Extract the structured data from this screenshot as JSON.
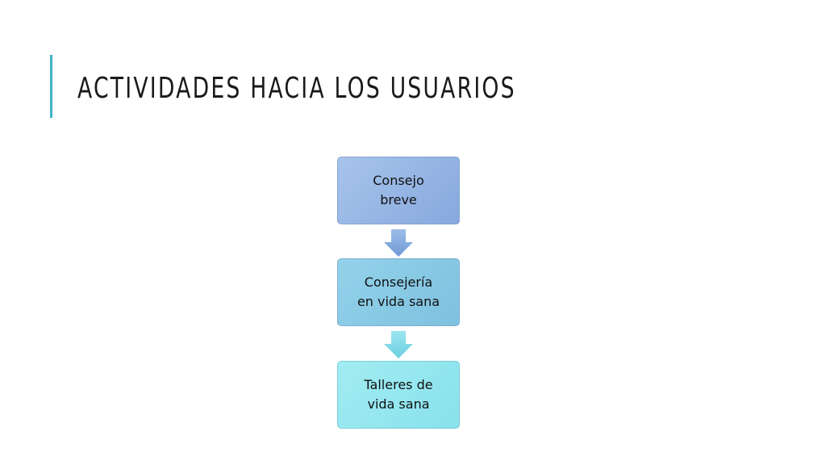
{
  "slide": {
    "title": "ACTIVIDADES HACIA LOS USUARIOS"
  },
  "diagram": {
    "steps": [
      {
        "label": "Consejo\nbreve"
      },
      {
        "label": "Consejería\nen vida sana"
      },
      {
        "label": "Talleres de\nvida sana"
      }
    ]
  },
  "colors": {
    "accent": "#3fb1c8",
    "step_1": "#8fb0e2",
    "step_2": "#86c8e4",
    "step_3": "#92e5ee",
    "arrow_1": "#7fa8dc",
    "arrow_2": "#7fd7e6"
  },
  "icons": {
    "connector": "arrow-down-icon"
  }
}
